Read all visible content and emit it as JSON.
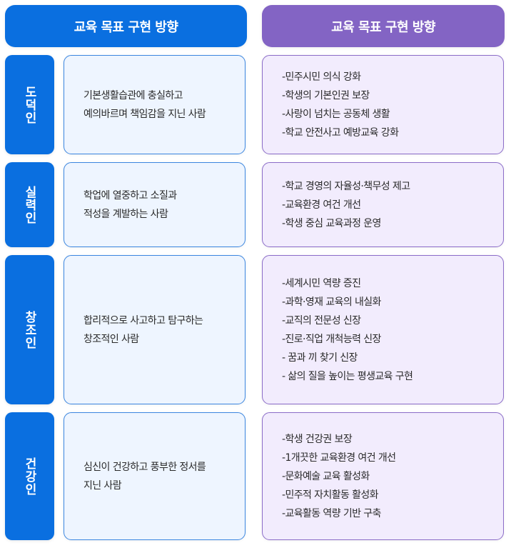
{
  "header": {
    "left_title": "교육 목표 구현 방향",
    "right_title": "교육 목표 구현 방향"
  },
  "colors": {
    "blue": "#0a6fe0",
    "purple": "#8364c4",
    "desc_bg": "#eef5ff",
    "goals_bg": "#f2ecfd"
  },
  "rows": [
    {
      "label": "도덕인",
      "description": [
        "기본생활습관에 충실하고",
        "예의바르며 책임감을 지닌 사람"
      ],
      "goals": [
        "-민주시민 의식 강화",
        "-학생의 기본인권 보장",
        "-사랑이 넘치는 공동체 생활",
        "-학교 안전사고 예방교육 강화"
      ]
    },
    {
      "label": "실력인",
      "description": [
        "학업에 열중하고 소질과",
        "적성을 계발하는 사람"
      ],
      "goals": [
        "-학교 경영의 자율성·책무성 제고",
        "-교육환경 여건 개선",
        "-학생 중심 교육과정 운영"
      ]
    },
    {
      "label": "창조인",
      "description": [
        "합리적으로 사고하고 탐구하는",
        "창조적인 사람"
      ],
      "goals": [
        "-세계시민 역량 증진",
        "-과학·영재 교육의 내실화",
        "-교직의 전문성 신장",
        "-진로·직업 개척능력 신장",
        "- 꿈과 끼 찾기 신장",
        "- 삶의 질을 높이는 평생교육 구현"
      ]
    },
    {
      "label": "건강인",
      "description": [
        "심신이 건강하고 풍부한 정서를",
        "지닌 사람"
      ],
      "goals": [
        "-학생 건강권 보장",
        "-1개끗한 교육환경 여건 개선",
        "-문화예술 교육 활성화",
        "-민주적 자치활동 활성화",
        "-교육활동 역량 기반 구축"
      ]
    }
  ]
}
